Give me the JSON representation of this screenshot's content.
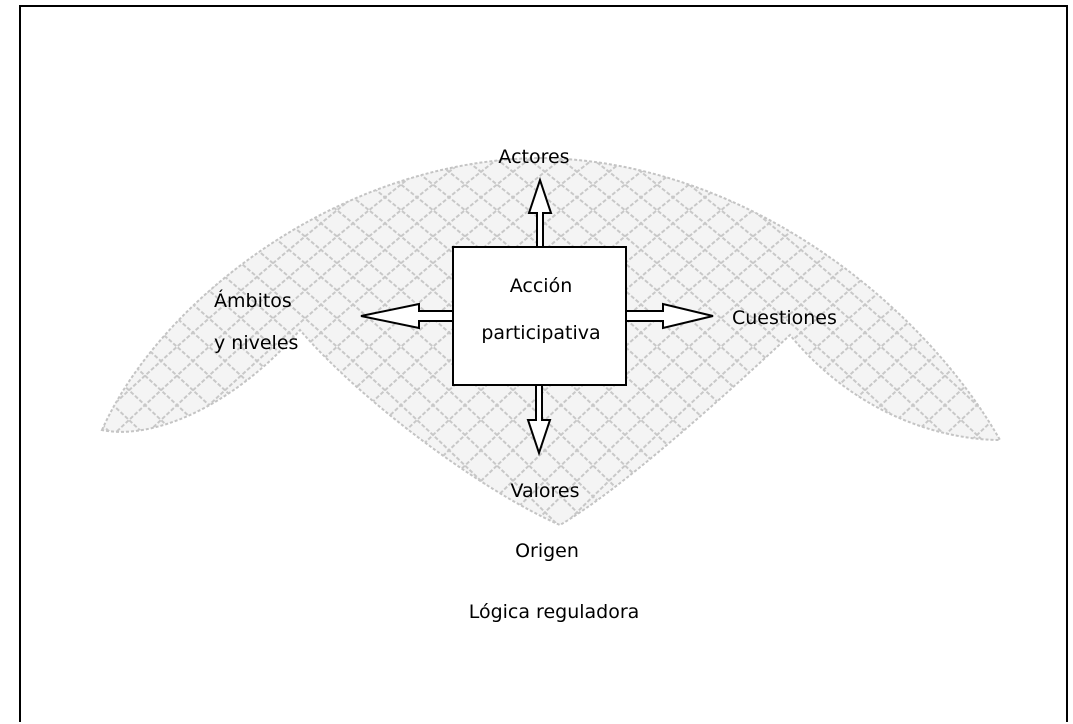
{
  "diagram": {
    "center_line1": "Acción",
    "center_line2": "participativa",
    "top_label": "Actores",
    "left_label_line1": "Ámbitos",
    "left_label_line2": "y niveles",
    "right_label": "Cuestiones",
    "bottom_label": "Valores",
    "origin_label": "Origen",
    "footer_label": "Lógica reguladora"
  }
}
